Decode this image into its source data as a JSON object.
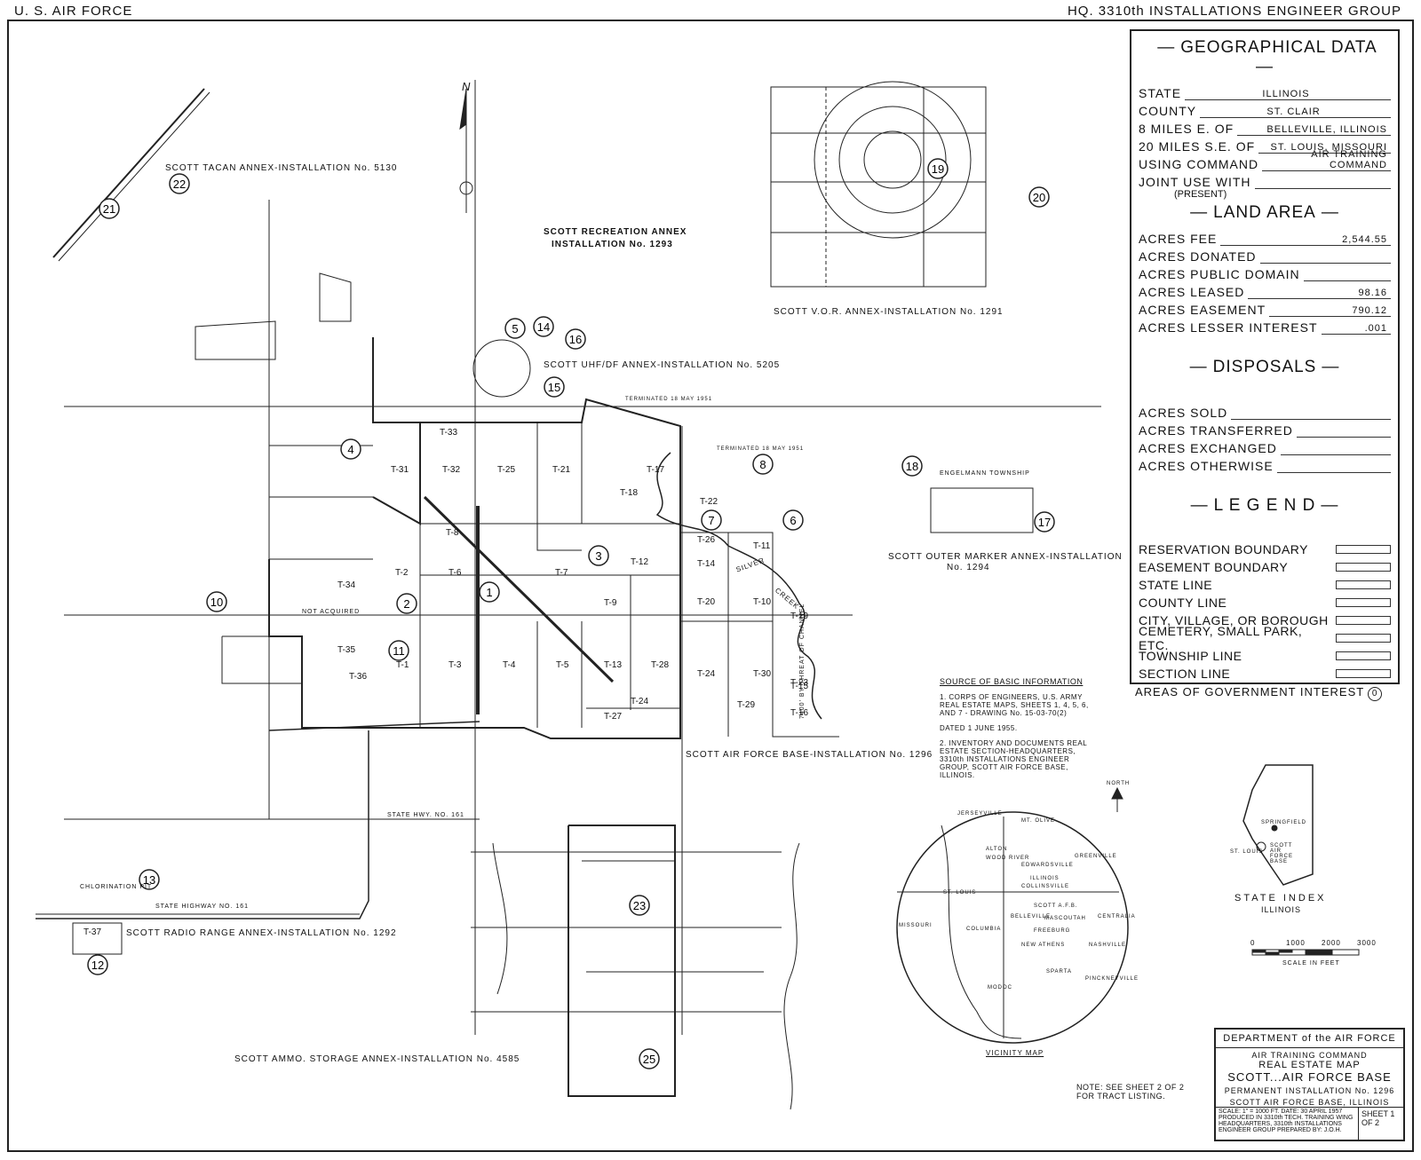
{
  "header": {
    "left": "U. S. AIR FORCE",
    "right": "HQ. 3310th INSTALLATIONS ENGINEER GROUP"
  },
  "geo": {
    "title": "GEOGRAPHICAL DATA",
    "state_label": "STATE",
    "state": "ILLINOIS",
    "county_label": "COUNTY",
    "county": "ST. CLAIR",
    "dist1_label": "8  MILES  E.  OF",
    "dist1": "BELLEVILLE, ILLINOIS",
    "dist2_label": "20  MILES  S.E.  OF",
    "dist2": "ST. LOUIS, MISSOURI",
    "using_label": "USING COMMAND",
    "using": "AIR TRAINING COMMAND",
    "joint_label": "JOINT USE WITH",
    "joint": "",
    "present": "(PRESENT)"
  },
  "land": {
    "title": "LAND AREA",
    "rows": [
      {
        "label": "ACRES FEE",
        "value": "2,544.55"
      },
      {
        "label": "ACRES DONATED",
        "value": ""
      },
      {
        "label": "ACRES PUBLIC DOMAIN",
        "value": ""
      },
      {
        "label": "ACRES LEASED",
        "value": "98.16"
      },
      {
        "label": "ACRES EASEMENT",
        "value": "790.12"
      },
      {
        "label": "ACRES LESSER INTEREST",
        "value": ".001"
      }
    ]
  },
  "disposals": {
    "title": "DISPOSALS",
    "rows": [
      "ACRES SOLD",
      "ACRES TRANSFERRED",
      "ACRES EXCHANGED",
      "ACRES OTHERWISE"
    ]
  },
  "legend": {
    "title": "L E G E N D",
    "items": [
      "RESERVATION BOUNDARY",
      "EASEMENT BOUNDARY",
      "STATE LINE",
      "COUNTY LINE",
      "CITY, VILLAGE, OR BOROUGH",
      "CEMETERY, SMALL PARK, ETC.",
      "TOWNSHIP LINE",
      "SECTION LINE"
    ],
    "gov": "AREAS OF GOVERNMENT INTEREST",
    "gov_symbol": "0"
  },
  "annex_labels": {
    "tacan": "SCOTT TACAN ANNEX-INSTALLATION No. 5130",
    "recreation1": "SCOTT RECREATION ANNEX",
    "recreation2": "INSTALLATION No. 1293",
    "vor": "SCOTT V.O.R. ANNEX-INSTALLATION No. 1291",
    "uhf": "SCOTT UHF/DF ANNEX-INSTALLATION No. 5205",
    "outer1": "SCOTT OUTER MARKER ANNEX-INSTALLATION",
    "outer2": "No. 1294",
    "afb": "SCOTT AIR FORCE BASE-INSTALLATION No. 1296",
    "radio": "SCOTT RADIO RANGE ANNEX-INSTALLATION No. 1292",
    "ammo": "SCOTT AMMO. STORAGE ANNEX-INSTALLATION No. 4585",
    "engelmann": "ENGELMANN TOWNSHIP",
    "chlorination": "CHLORINATION PIT",
    "hwy": "STATE  HIGHWAY  NO.  161",
    "hwy2": "STATE HWY. NO. 161",
    "not_acquired": "NOT ACQUIRED",
    "terminated": "TERMINATED 18 MAY 1951",
    "channel": "7400' BY THREAT OF CHANNEL",
    "silver": "SILVER",
    "creek": "CREEK",
    "north": "N",
    "north2": "NORTH"
  },
  "circled_numbers": [
    "1",
    "2",
    "3",
    "4",
    "5",
    "6",
    "7",
    "8",
    "10",
    "11",
    "12",
    "13",
    "14",
    "15",
    "16",
    "17",
    "18",
    "19",
    "20",
    "21",
    "22",
    "23",
    "25"
  ],
  "tracts": [
    "T-31",
    "T-32",
    "T-25",
    "T-21",
    "T-17",
    "T-18",
    "T-33",
    "T-2",
    "T-6",
    "T-7",
    "T-12",
    "T-9",
    "T-8",
    "T-34",
    "T-35",
    "T-36",
    "T-1",
    "T-3",
    "T-4",
    "T-5",
    "T-13",
    "T-28",
    "T-24",
    "T-27",
    "T-26",
    "T-14",
    "T-20",
    "T-24",
    "T-11",
    "T-10",
    "T-19",
    "T-23",
    "T-30",
    "T-15",
    "T-29",
    "T-16",
    "T-22",
    "T-37"
  ],
  "source": {
    "title": "SOURCE OF BASIC INFORMATION",
    "p1": "1. CORPS OF ENGINEERS, U.S. ARMY REAL ESTATE MAPS, SHEETS 1, 4, 5, 6, AND 7 - DRAWING No. 15-03-70(2)",
    "p1b": "DATED 1 JUNE 1955.",
    "p2": "2. INVENTORY AND DOCUMENTS REAL ESTATE SECTION-HEADQUARTERS, 3310th INSTALLATIONS ENGINEER GROUP, SCOTT AIR FORCE BASE, ILLINOIS."
  },
  "vicinity": {
    "caption": "VICINITY MAP",
    "places": [
      "JERSEYVILLE",
      "MT. OLIVE",
      "ALTON",
      "WOOD RIVER",
      "EDWARDSVILLE",
      "GREENVILLE",
      "ILLINOIS",
      "COLLINSVILLE",
      "ST. LOUIS",
      "SCOTT A.F.B.",
      "BELLEVILLE",
      "MASCOUTAH",
      "CENTRALIA",
      "COLUMBIA",
      "FREEBURG",
      "NEW ATHENS",
      "NASHVILLE",
      "MISSOURI",
      "SPARTA",
      "PINCKNEYVILLE",
      "MODOC"
    ]
  },
  "state_index": {
    "title": "STATE  INDEX",
    "sub": "ILLINOIS",
    "springfield": "SPRINGFIELD",
    "stlouis": "ST. LOUIS",
    "scott": "SCOTT AIR FORCE BASE"
  },
  "scale": {
    "ticks": [
      "0",
      "1000",
      "2000",
      "3000"
    ],
    "caption": "SCALE IN FEET"
  },
  "title_block": {
    "dept": "DEPARTMENT of the AIR FORCE",
    "cmd": "AIR TRAINING COMMAND",
    "map": "REAL ESTATE MAP",
    "name": "SCOTT...AIR FORCE BASE",
    "perm": "PERMANENT INSTALLATION No. 1296",
    "loc": "SCOTT AIR FORCE BASE, ILLINOIS",
    "scale": "SCALE: 1\" = 1000 FT.  DATE: 30 APRIL 1957",
    "produced": "PRODUCED IN 3310th TECH. TRAINING WING HEADQUARTERS, 3310th INSTALLATIONS ENGINEER GROUP PREPARED BY: J.O.H.",
    "sheet": "SHEET  1",
    "of": "OF  2"
  },
  "note": "NOTE: SEE SHEET 2 OF 2 FOR TRACT LISTING."
}
